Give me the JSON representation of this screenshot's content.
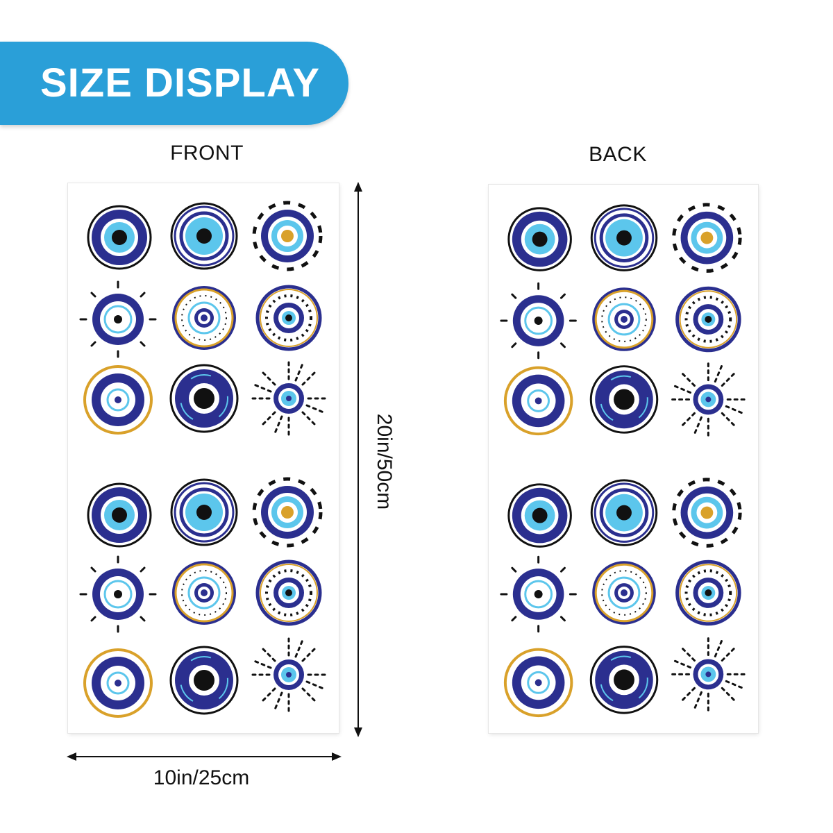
{
  "banner": {
    "title": "SIZE DISPLAY"
  },
  "views": {
    "front_label": "FRONT",
    "back_label": "BACK"
  },
  "dimensions": {
    "height_label": "20in/50cm",
    "width_label": "10in/25cm"
  },
  "colors": {
    "banner": "#2a9fd8",
    "navy": "#2b2f8f",
    "light_blue": "#5cc6ec",
    "gold": "#d9a12a",
    "black": "#111111",
    "white": "#ffffff"
  }
}
